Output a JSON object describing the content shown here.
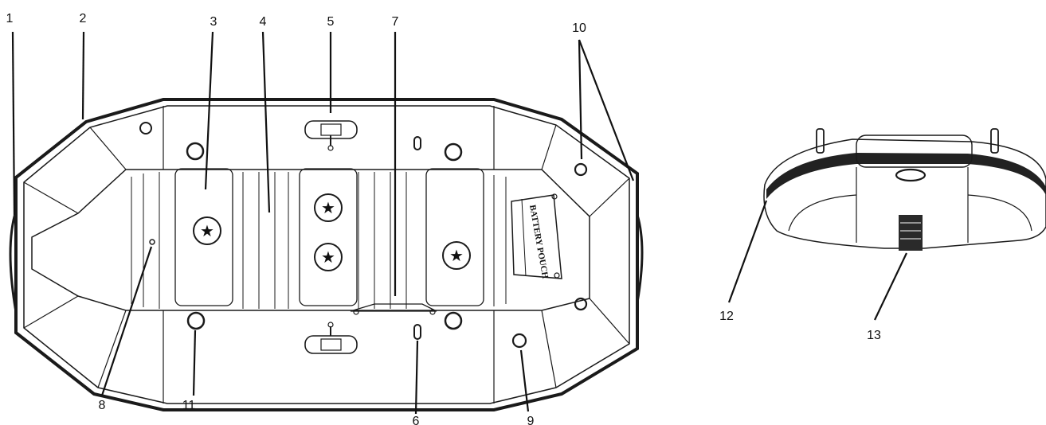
{
  "figure": {
    "colors": {
      "outline": "#1a1a1a",
      "hull": "#f4f4f4",
      "background": "#ffffff"
    },
    "battery_pouch_label": "BATTERY POUCH",
    "callouts": [
      {
        "label": "1"
      },
      {
        "label": "2"
      },
      {
        "label": "3"
      },
      {
        "label": "4"
      },
      {
        "label": "5"
      },
      {
        "label": "7"
      },
      {
        "label": "10"
      },
      {
        "label": "8"
      },
      {
        "label": "11"
      },
      {
        "label": "6"
      },
      {
        "label": "9"
      },
      {
        "label": "12"
      },
      {
        "label": "13"
      }
    ]
  }
}
